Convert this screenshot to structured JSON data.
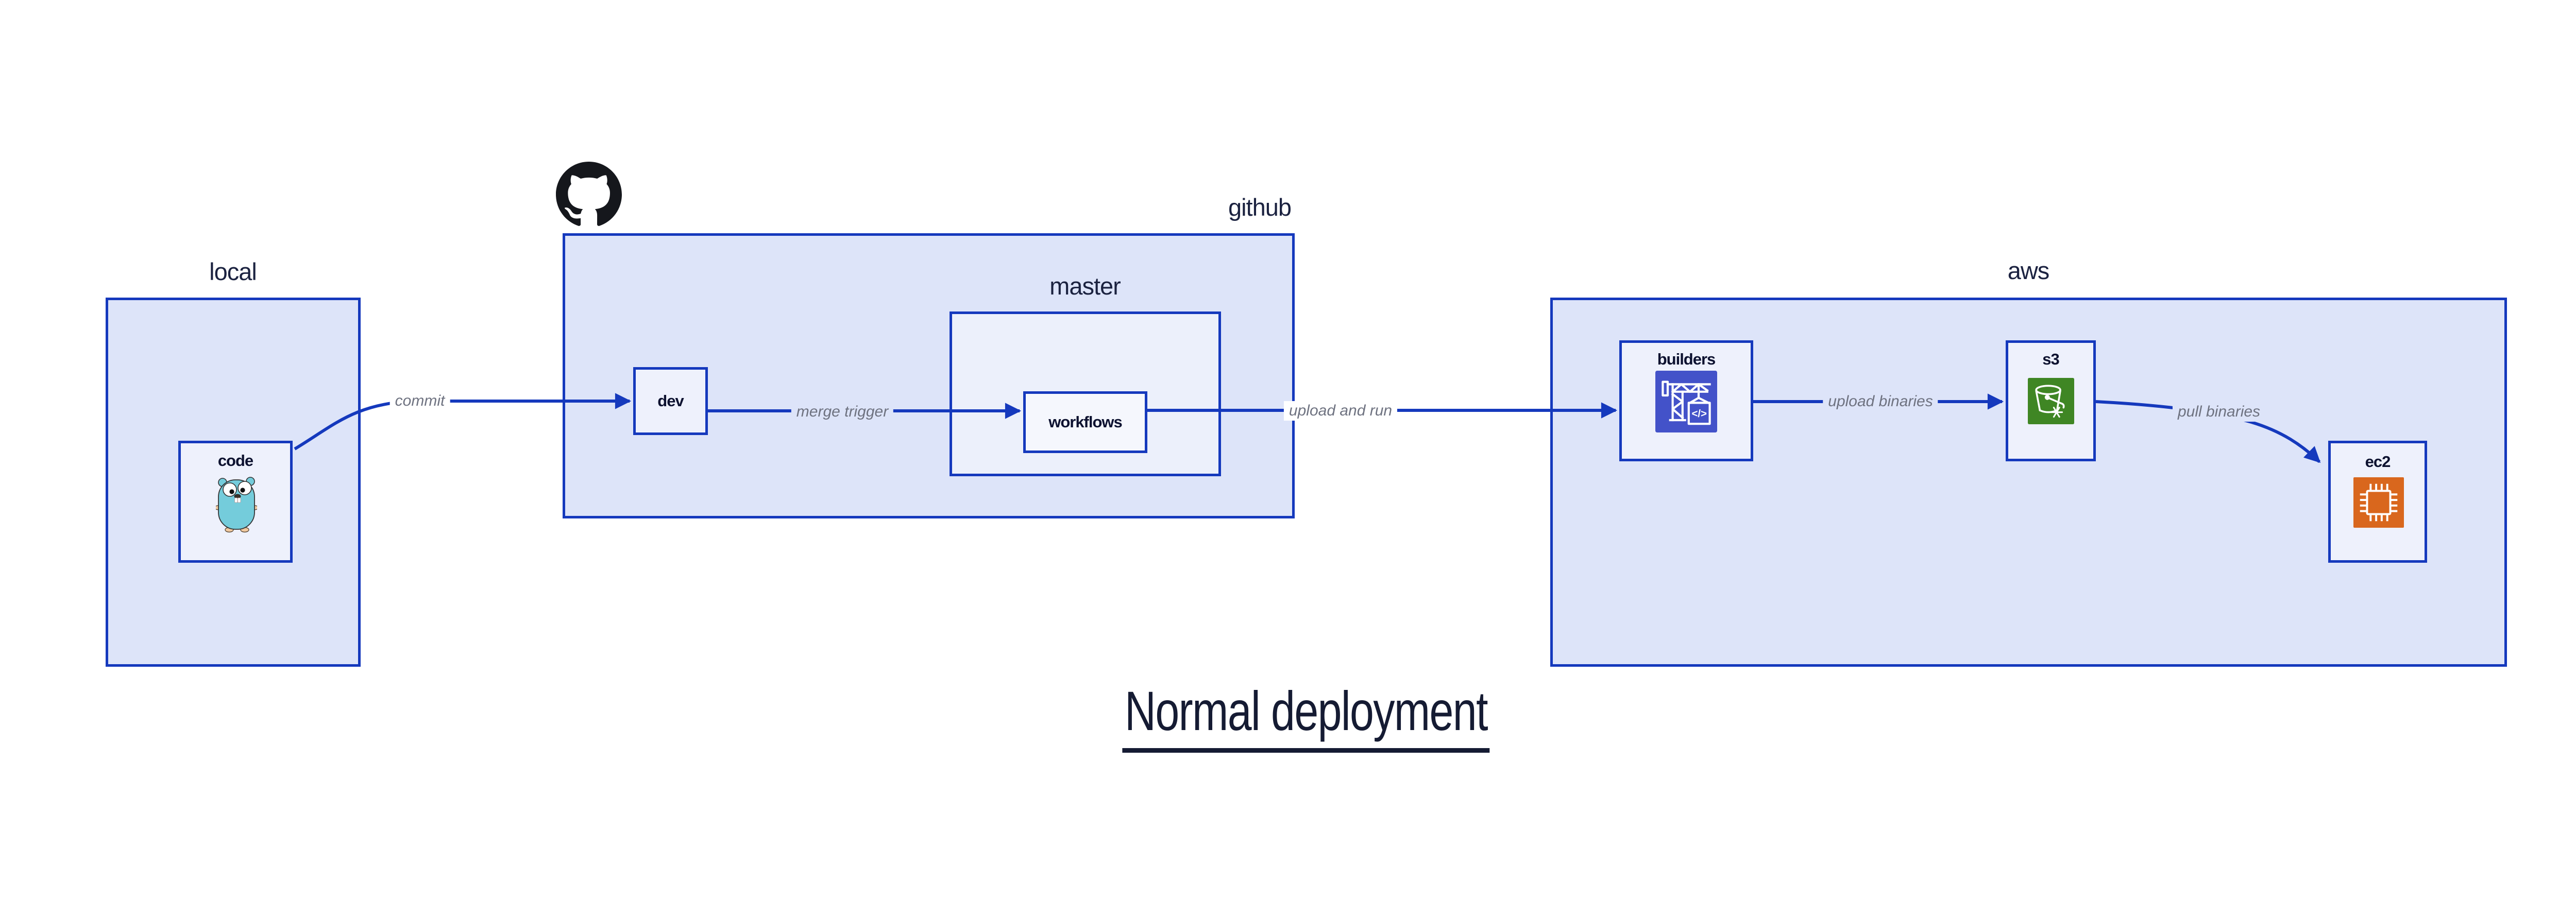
{
  "title": "Normal deployment",
  "panels": {
    "local": {
      "label": "local"
    },
    "github": {
      "label": "github"
    },
    "master": {
      "label": "master"
    },
    "aws": {
      "label": "aws"
    }
  },
  "nodes": {
    "code": {
      "label": "code",
      "icon": "go-gopher-icon"
    },
    "dev": {
      "label": "dev"
    },
    "workflows": {
      "label": "workflows"
    },
    "builders": {
      "label": "builders",
      "icon": "codebuild-crane-icon",
      "glyph": "</>"
    },
    "s3": {
      "label": "s3",
      "icon": "s3-glacier-bucket-icon"
    },
    "ec2": {
      "label": "ec2",
      "icon": "ec2-chip-icon"
    }
  },
  "edges": [
    {
      "label": "commit",
      "from": "code",
      "to": "dev"
    },
    {
      "label": "merge trigger",
      "from": "dev",
      "to": "workflows"
    },
    {
      "label": "upload and run",
      "from": "workflows",
      "to": "builders"
    },
    {
      "label": "upload binaries",
      "from": "builders",
      "to": "s3"
    },
    {
      "label": "pull binaries",
      "from": "s3",
      "to": "ec2"
    }
  ],
  "logo": "github-octocat-logo",
  "colors": {
    "line_blue": "#1539bd",
    "panel_fill": "#dde4f9",
    "node_fill": "#eef1fc",
    "label_navy": "#1b2240",
    "edge_label_gray": "#6e7280",
    "codebuild_indigo": "#4352c9",
    "s3_green": "#3f8624",
    "ec2_orange": "#d9671d",
    "gopher_teal": "#74ccdb",
    "octocat_black": "#15171c"
  }
}
